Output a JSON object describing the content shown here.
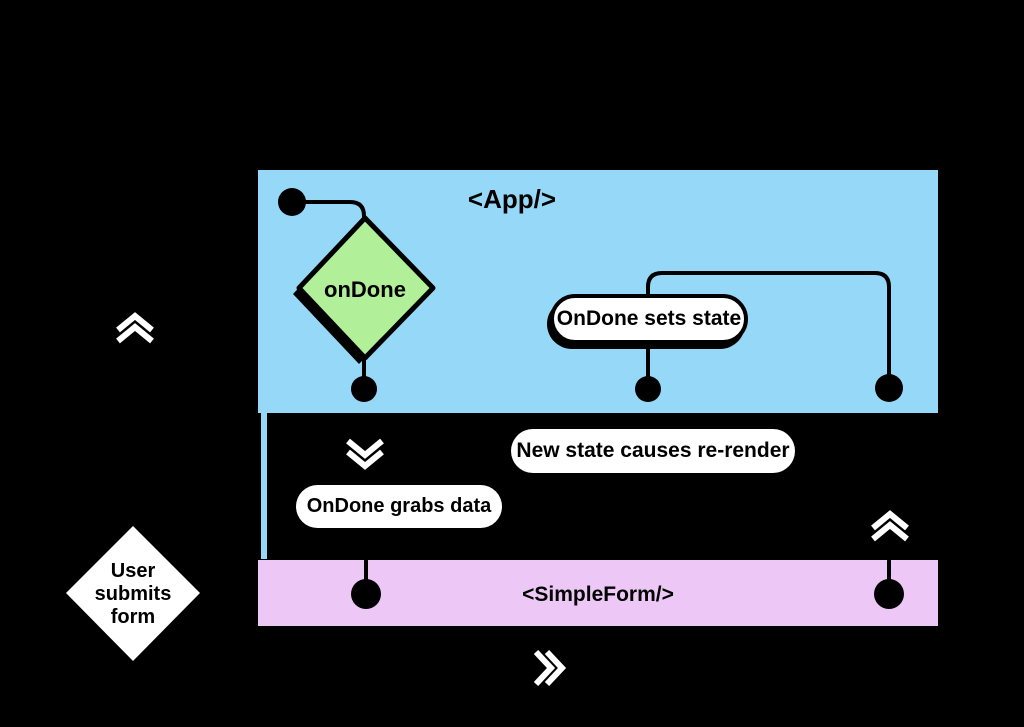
{
  "diagram": {
    "app_title": "<App/>",
    "form_title": "<SimpleForm/>",
    "labels": {
      "on_done": "onDone",
      "ondone_sets_state": "OnDone sets state",
      "new_state_rerender": "New state causes re-render",
      "ondone_grabs_data": "OnDone grabs data",
      "user_submits_form": [
        "User",
        "submits",
        "form"
      ]
    },
    "colors": {
      "background": "#000000",
      "app_box": "#96d8f7",
      "form_box": "#edc7f5",
      "decision_diamond": "#b1f098",
      "capsule": "#ffffff",
      "connector": "#000000"
    },
    "icons": {
      "flow_down": "double-chevron-down-icon",
      "flow_up_left": "double-chevron-up-icon",
      "flow_up_right": "double-chevron-up-icon",
      "flow_right": "double-chevron-right-icon"
    }
  }
}
